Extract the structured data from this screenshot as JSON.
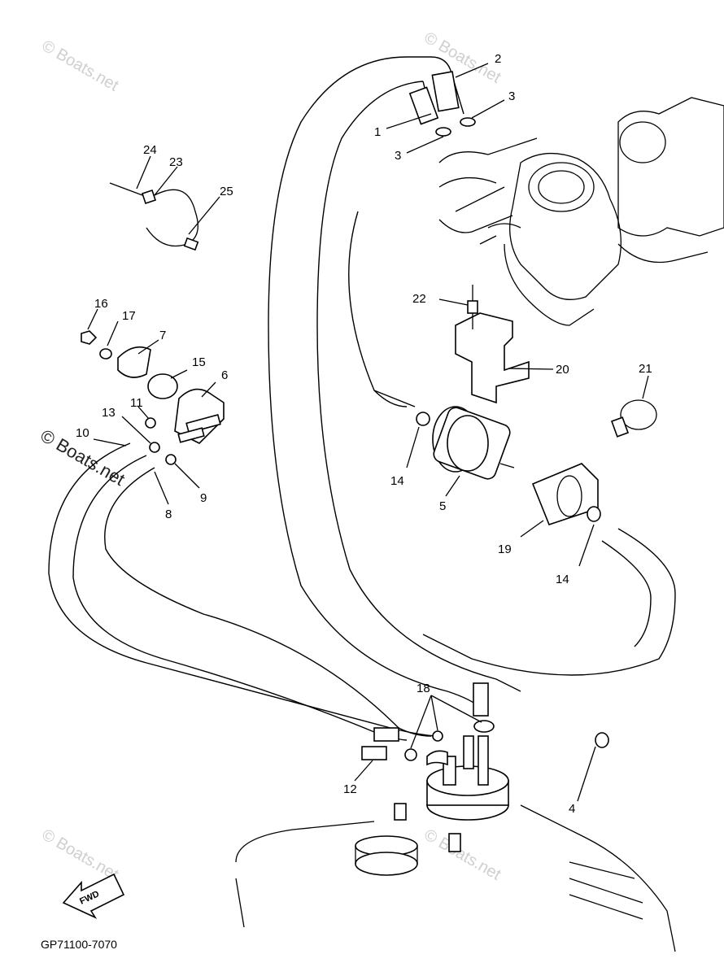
{
  "diagram_code": "GP71100-7070",
  "fwd_label": "FWD",
  "watermark": "© Boats.net",
  "callouts": {
    "c1": "1",
    "c2": "2",
    "c3a": "3",
    "c3b": "3",
    "c4": "4",
    "c5": "5",
    "c6": "6",
    "c7": "7",
    "c8": "8",
    "c9": "9",
    "c10": "10",
    "c11": "11",
    "c12": "12",
    "c13": "13",
    "c14a": "14",
    "c14b": "14",
    "c15": "15",
    "c16": "16",
    "c17": "17",
    "c18": "18",
    "c19": "19",
    "c20": "20",
    "c21": "21",
    "c22": "22",
    "c23": "23",
    "c24": "24",
    "c25": "25"
  }
}
